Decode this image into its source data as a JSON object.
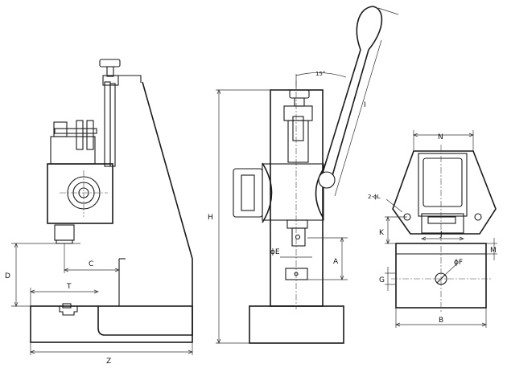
{
  "labels": {
    "D": "D",
    "C": "C",
    "T": "T",
    "Z": "Z",
    "H": "H",
    "E": "ϕE",
    "A": "A",
    "angle": "15°",
    "I": "I",
    "N": "N",
    "L": "2-ϕL",
    "K": "K",
    "J": "J",
    "M": "M",
    "F": "ϕF",
    "G": "G",
    "B": "B"
  }
}
